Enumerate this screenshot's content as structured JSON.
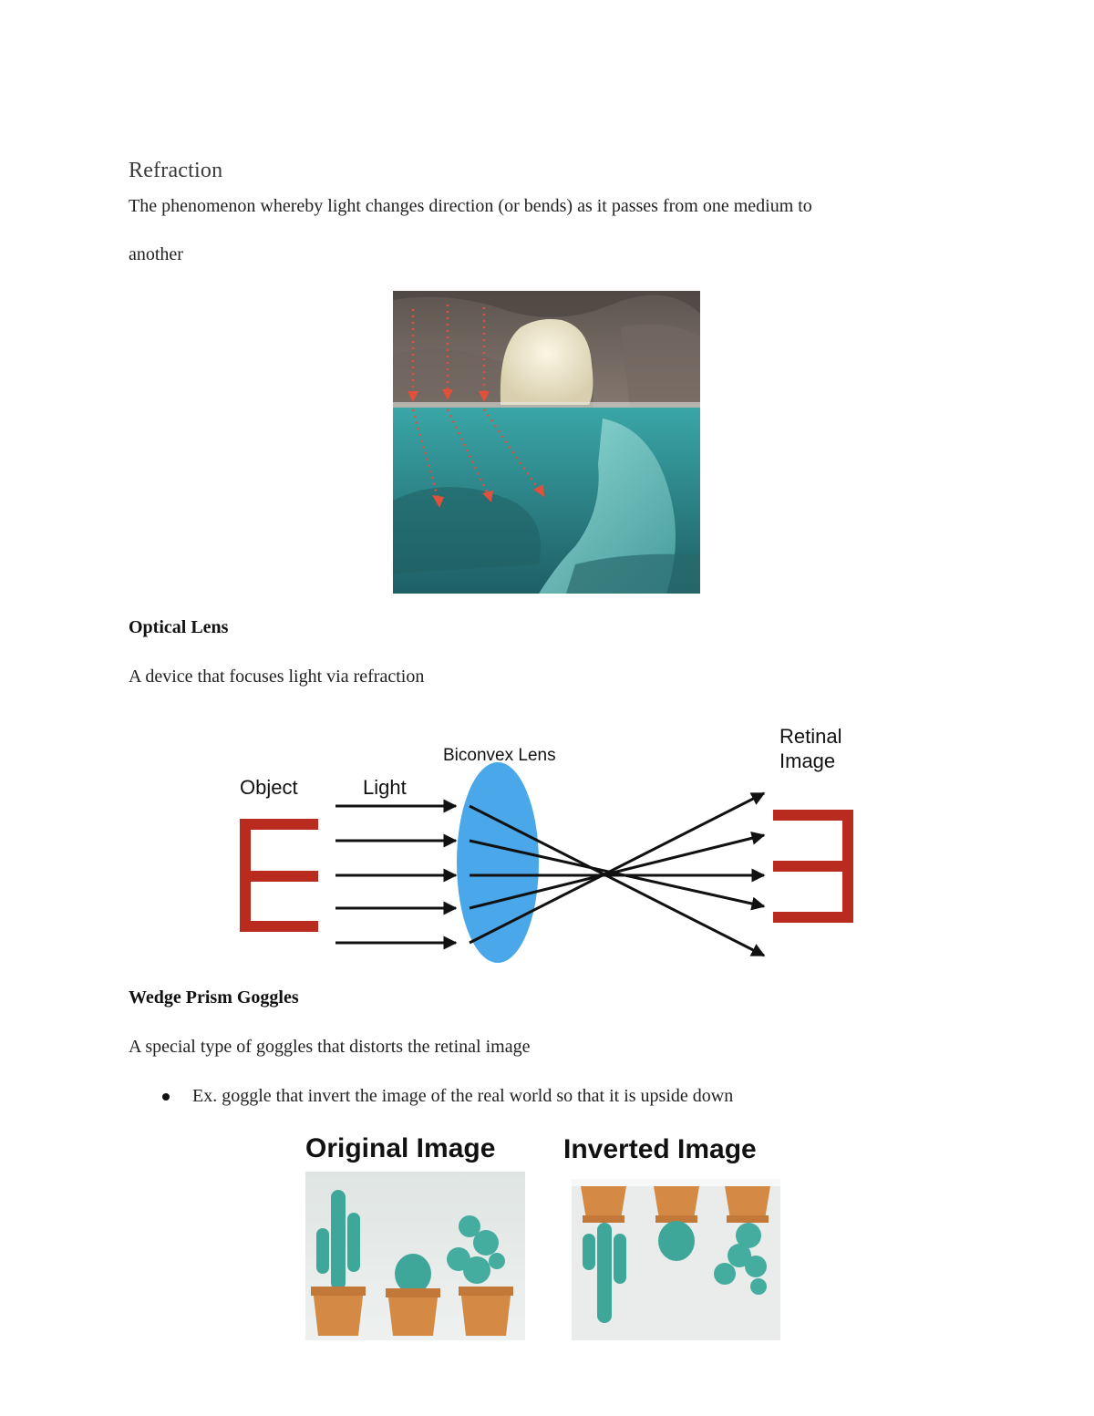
{
  "refraction": {
    "title": "Refraction",
    "definition_line1": "The phenomenon whereby light changes direction (or bends) as it passes from one medium to",
    "definition_line2": "another"
  },
  "optical_lens": {
    "title": "Optical Lens",
    "definition": "A device that focuses light via refraction",
    "diagram": {
      "object_label": "Object",
      "light_label": "Light",
      "lens_label": "Biconvex Lens",
      "retinal_label_line1": "Retinal",
      "retinal_label_line2": "Image"
    }
  },
  "wedge_prism": {
    "title": "Wedge Prism Goggles",
    "definition": "A special type of goggles that distorts the retinal image",
    "bullet": "Ex. goggle that invert the image of the real world so that it is upside down",
    "original_caption": "Original Image",
    "inverted_caption": "Inverted Image"
  },
  "colors": {
    "letter_red": "#b92a1f",
    "lens_blue": "#4aa8ea",
    "water_teal": "#2f8e92",
    "cactus_green": "#3fa79a",
    "pot_orange": "#d48a45"
  }
}
